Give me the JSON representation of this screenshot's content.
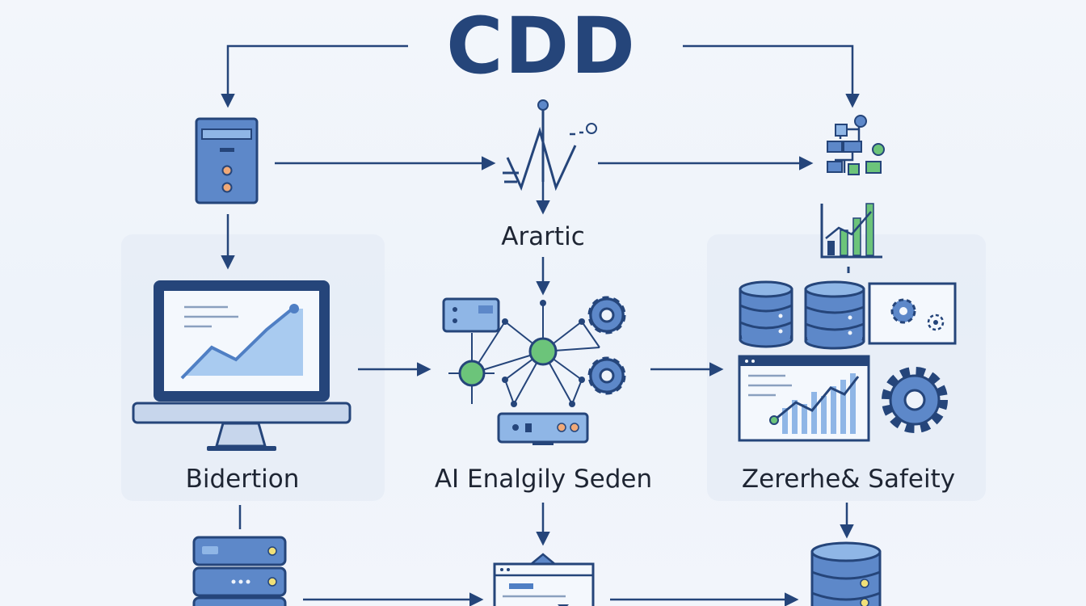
{
  "diagram": {
    "title": "CDD",
    "labels": {
      "top_center": "Arartic",
      "left": "Bidertion",
      "center": "AI Enalgily Seden",
      "right": "Zererhe& Safeity"
    }
  },
  "colors": {
    "primary": "#25457a",
    "icon_blue": "#4f7fc4",
    "light_blue": "#8fb6e6",
    "accent_green": "#6cc47a",
    "accent_orange": "#f0a978"
  }
}
